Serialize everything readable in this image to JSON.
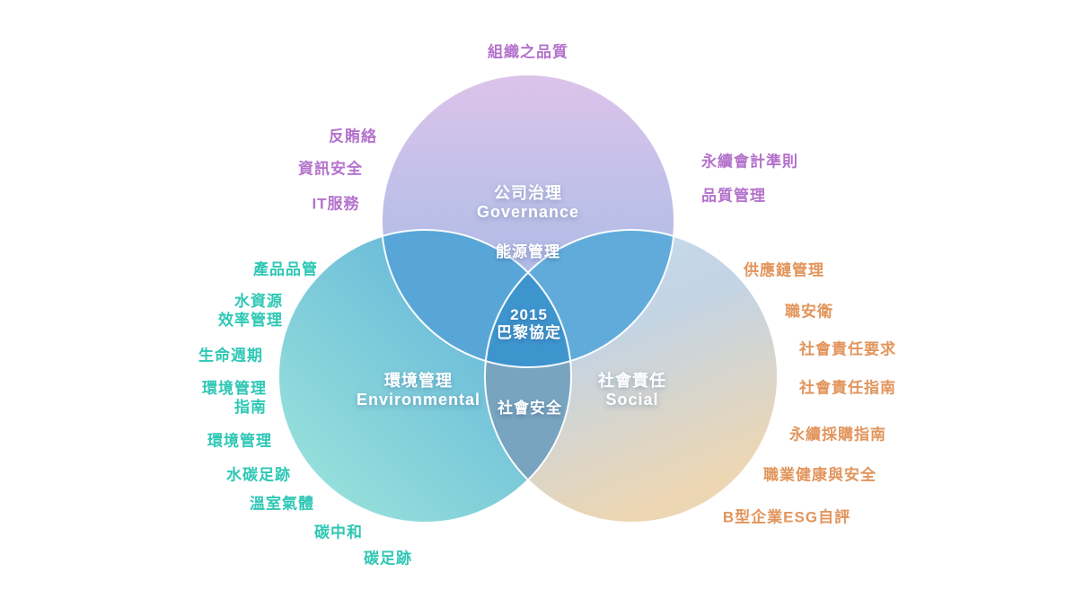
{
  "colors": {
    "background": "#ffffff",
    "governance_text": "#b472cc",
    "environmental_text": "#2fc7b5",
    "social_text": "#e2955c",
    "white_text": "#ffffff",
    "gov_gradient_top": "#dcc3eb",
    "gov_gradient_mid": "#bdc0e8",
    "gov_gradient_bottom": "#9db0e0",
    "env_gradient_left": "#9fe8dc",
    "env_gradient_right": "#55a8d8",
    "soc_gradient_top": "#c7def0",
    "soc_gradient_mid": "#c3d4e4",
    "soc_gradient_bottom": "#ecd6b4",
    "lens_gov_env": "#58a6d7",
    "lens_gov_soc": "#61abda",
    "lens_env_soc": "#78a4c0",
    "lens_center": "#3e95ce",
    "circle_outline": "#ffffff"
  },
  "circles": {
    "governance": {
      "zh": "公司治理",
      "en": "Governance"
    },
    "environmental": {
      "zh": "環境管理",
      "en": "Environmental"
    },
    "social": {
      "zh": "社會責任",
      "en": "Social"
    }
  },
  "overlaps": {
    "energy": "能源管理",
    "paris_year": "2015",
    "paris_name": "巴黎協定",
    "social_safety": "社會安全"
  },
  "governance_labels": {
    "org_quality": "組織之品質",
    "anti_bribery": "反賄絡",
    "info_security": "資訊安全",
    "it_service": "IT服務",
    "sustain_accounting": "永續會計準則",
    "quality_mgmt": "品質管理"
  },
  "environmental_labels": {
    "product_qc": "產品品管",
    "water_efficiency_line1": "水資源",
    "water_efficiency_line2": "效率管理",
    "lifecycle": "生命週期",
    "env_guide_line1": "環境管理",
    "env_guide_line2": "指南",
    "env_mgmt": "環境管理",
    "water_carbon_footprint": "水碳足跡",
    "greenhouse_gas": "溫室氣體",
    "carbon_neutral": "碳中和",
    "carbon_footprint": "碳足跡"
  },
  "social_labels": {
    "supply_chain": "供應鏈管理",
    "osh": "職安衛",
    "csr_requirement": "社會責任要求",
    "csr_guideline": "社會責任指南",
    "sustainable_procurement": "永續採購指南",
    "occupational_health_safety": "職業健康與安全",
    "b_corp_esg": "B型企業ESG自評"
  }
}
